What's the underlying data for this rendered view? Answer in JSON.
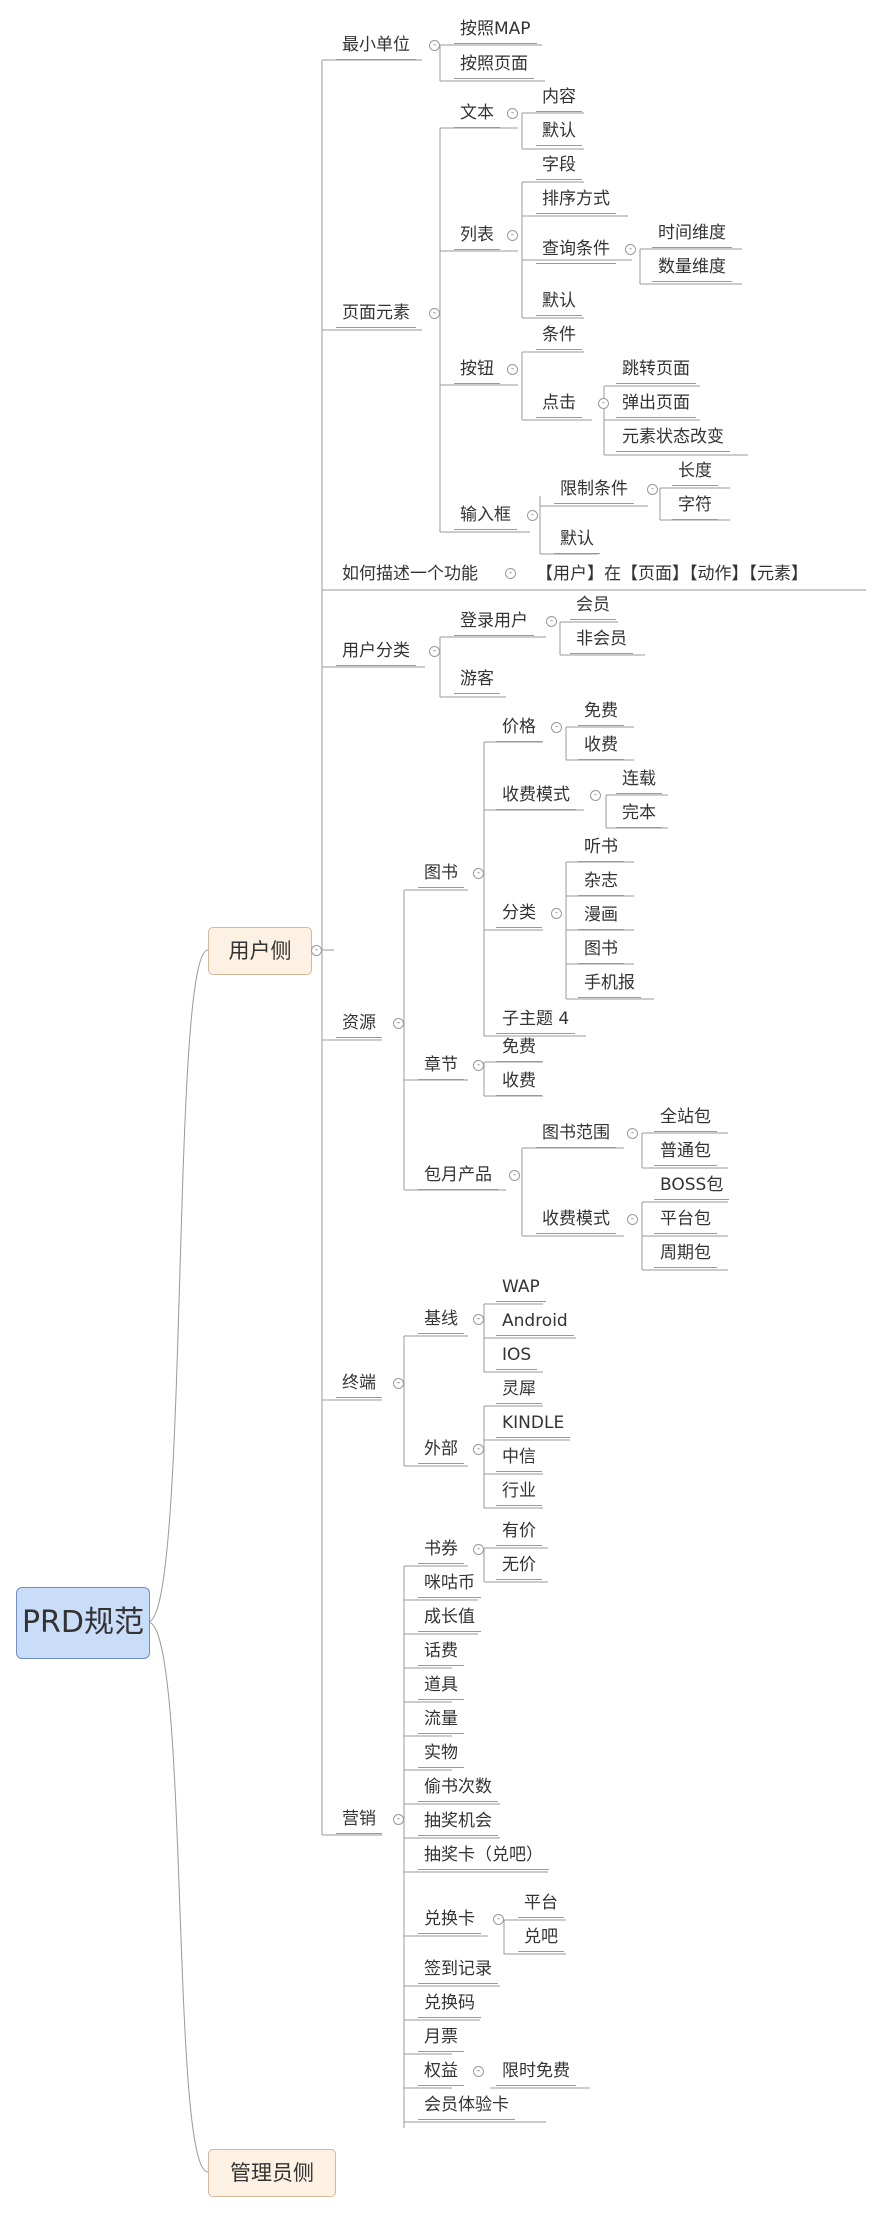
{
  "root": "PRD规范",
  "branches": {
    "user_side": "用户侧",
    "admin_side": "管理员侧"
  },
  "nodes": {
    "min_unit": "最小单位",
    "by_map": "按照MAP",
    "by_page": "按照页面",
    "page_elements": "页面元素",
    "text": "文本",
    "content": "内容",
    "default_text": "默认",
    "list": "列表",
    "field": "字段",
    "sort": "排序方式",
    "query": "查询条件",
    "time_dim": "时间维度",
    "qty_dim": "数量维度",
    "default_list": "默认",
    "button": "按钮",
    "condition": "条件",
    "click": "点击",
    "jump_page": "跳转页面",
    "popup_page": "弹出页面",
    "state_change": "元素状态改变",
    "input": "输入框",
    "limit": "限制条件",
    "length": "长度",
    "chars": "字符",
    "default_input": "默认",
    "describe_func": "如何描述一个功能",
    "describe_formula": "【用户】在【页面】【动作】【元素】",
    "user_category": "用户分类",
    "logged_in": "登录用户",
    "member": "会员",
    "non_member": "非会员",
    "guest": "游客",
    "resources": "资源",
    "books": "图书",
    "price": "价格",
    "free": "免费",
    "paid": "收费",
    "charge_mode": "收费模式",
    "serial": "连载",
    "complete": "完本",
    "category": "分类",
    "audiobook": "听书",
    "magazine": "杂志",
    "comic": "漫画",
    "book_cat": "图书",
    "mobile_paper": "手机报",
    "subtopic4": "子主题 4",
    "chapter": "章节",
    "ch_free": "免费",
    "ch_paid": "收费",
    "monthly": "包月产品",
    "book_scope": "图书范围",
    "site_pack": "全站包",
    "normal_pack": "普通包",
    "m_charge_mode": "收费模式",
    "boss_pack": "BOSS包",
    "platform_pack": "平台包",
    "period_pack": "周期包",
    "terminal": "终端",
    "baseline": "基线",
    "wap": "WAP",
    "android": "Android",
    "ios": "IOS",
    "external": "外部",
    "lingxi": "灵犀",
    "kindle": "KINDLE",
    "citic": "中信",
    "industry": "行业",
    "marketing": "营销",
    "voucher": "书券",
    "valued": "有价",
    "unvalued": "无价",
    "migu_coin": "咪咕币",
    "growth": "成长值",
    "phone_fee": "话费",
    "props": "道具",
    "traffic": "流量",
    "goods": "实物",
    "steal_count": "偷书次数",
    "lottery_chance": "抽奖机会",
    "lottery_card": "抽奖卡（兑吧）",
    "exchange_card": "兑换卡",
    "platform": "平台",
    "duiba": "兑吧",
    "checkin": "签到记录",
    "redeem_code": "兑换码",
    "monthly_ticket": "月票",
    "rights": "权益",
    "limited_free": "限时免费",
    "trial_card": "会员体验卡"
  }
}
